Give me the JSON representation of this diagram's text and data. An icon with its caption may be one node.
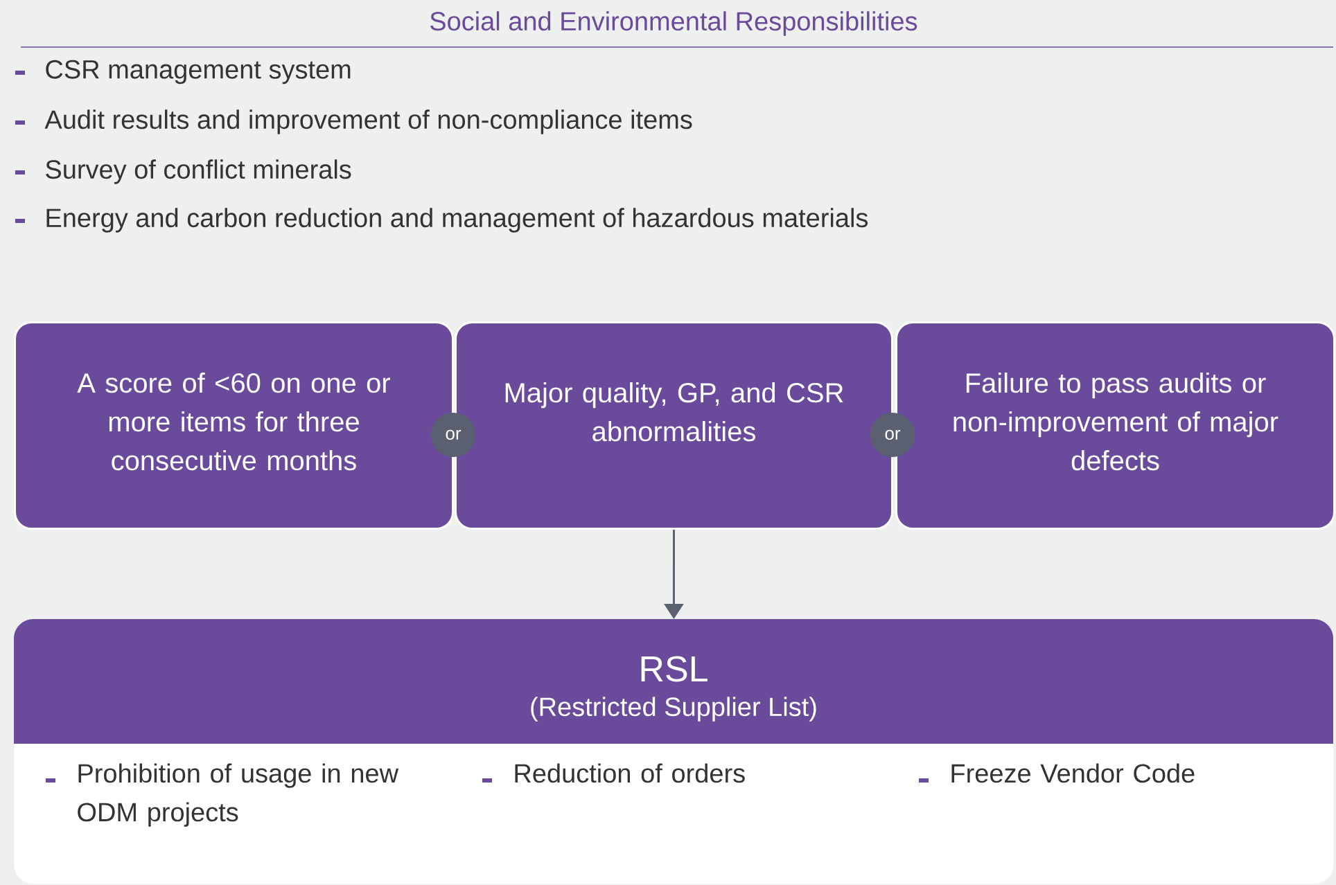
{
  "diagram": {
    "title": "Social and Environmental Responsibilities",
    "nodes": [
      {
        "text": [
          "A score of <60 on one or more items for three consecutive months"
        ]
      },
      {
        "text": [
          "Major quality, GP, and CSR abnormalities"
        ]
      },
      {
        "text": [
          "Failure to pass audits or non-improvement of major defects"
        ]
      },
      {
        "text": [
          "or"
        ]
      },
      {
        "text": [
          "or"
        ]
      },
      {
        "text": [
          "RSL",
          "(Restricted Supplier List)",
          "Prohibition of usage in new ODM projects",
          "Reduction of orders",
          "Freeze Vendor Code"
        ]
      }
    ],
    "edges": [
      {
        "from": 1,
        "to": 5,
        "arrow": "to"
      }
    ],
    "labels": [
      "CSR management system",
      "Audit results and improvement of non-compliance items",
      "Survey of conflict minerals",
      "Energy and carbon reduction and management of hazardous materials"
    ]
  }
}
